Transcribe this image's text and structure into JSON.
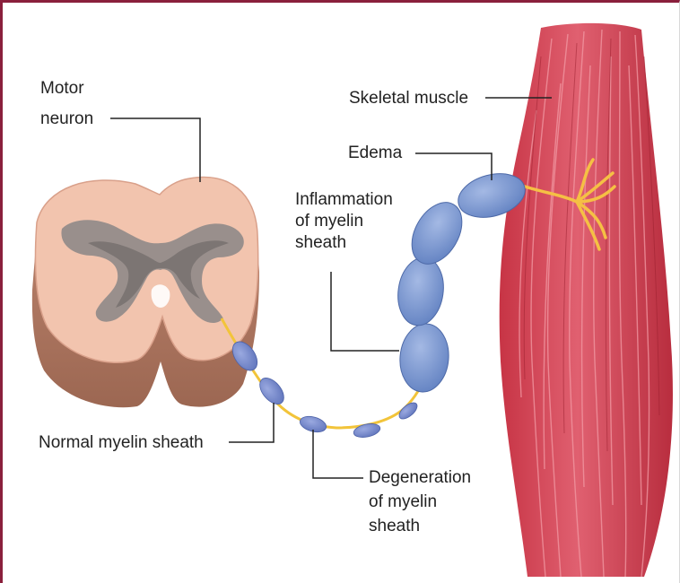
{
  "labels": {
    "motor_neuron_line1": "Motor",
    "motor_neuron_line2": "neuron",
    "skeletal_muscle": "Skeletal muscle",
    "edema": "Edema",
    "inflammation_line1": "Inflammation",
    "inflammation_line2": "of myelin",
    "inflammation_line3": "sheath",
    "normal_myelin_sheath": "Normal myelin sheath",
    "degeneration_line1": "Degeneration",
    "degeneration_line2": "of myelin",
    "degeneration_line3": "sheath"
  },
  "colors": {
    "frame": "#8a1f3c",
    "spinal_cord_white_matter": "#f2c4ae",
    "spinal_cord_gray_matter": "#8f8a88",
    "myelin_normal": "#6f84cc",
    "myelin_inflamed": "#6f92cf",
    "axon": "#f2c43a",
    "muscle": "#d8475a",
    "nerve_ending": "#f5c044",
    "leader_line": "#222222"
  }
}
